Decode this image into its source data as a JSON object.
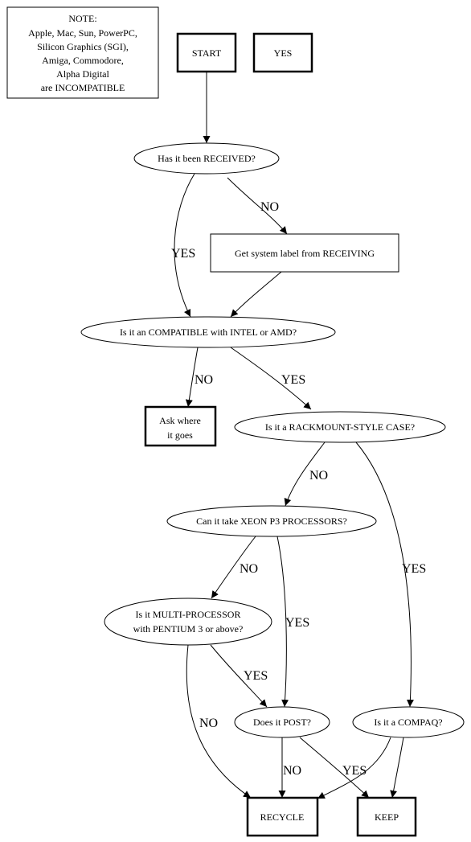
{
  "note": {
    "lines": [
      "NOTE:",
      "Apple, Mac, Sun, PowerPC,",
      "Silicon Graphics (SGI),",
      "Amiga, Commodore,",
      "Alpha Digital",
      "are INCOMPATIBLE"
    ]
  },
  "nodes": {
    "start": "START",
    "yes_box": "YES",
    "received": "Has it been RECEIVED?",
    "get_label": "Get system label from RECEIVING",
    "compatible": "Is it an COMPATIBLE with INTEL or AMD?",
    "ask_where": [
      "Ask where",
      "it goes"
    ],
    "rackmount": "Is it a RACKMOUNT-STYLE CASE?",
    "xeon": "Can it take XEON P3 PROCESSORS?",
    "multiproc": [
      "Is it MULTI-PROCESSOR",
      "with PENTIUM 3 or above?"
    ],
    "post": "Does it POST?",
    "compaq": "Is it a COMPAQ?",
    "recycle": "RECYCLE",
    "keep": "KEEP"
  },
  "edge_labels": {
    "received_no": "NO",
    "received_yes": "YES",
    "compatible_no": "NO",
    "compatible_yes": "YES",
    "rackmount_no": "NO",
    "rackmount_yes": "YES",
    "xeon_no": "NO",
    "xeon_yes": "YES",
    "multiproc_yes": "YES",
    "multiproc_no": "NO",
    "post_no": "NO",
    "post_yes": "YES"
  }
}
